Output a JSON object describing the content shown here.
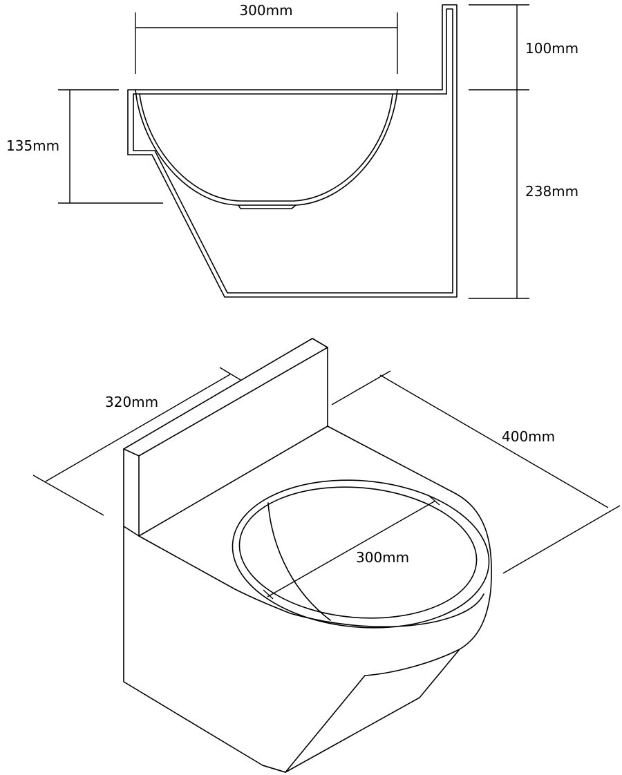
{
  "dimensions": {
    "side_width": "300mm",
    "backsplash_height": "100mm",
    "bowl_depth": "135mm",
    "body_height": "238mm",
    "depth": "320mm",
    "width": "400mm",
    "bowl_diameter": "300mm"
  },
  "colors": {
    "line": "#000000",
    "background": "#ffffff"
  }
}
